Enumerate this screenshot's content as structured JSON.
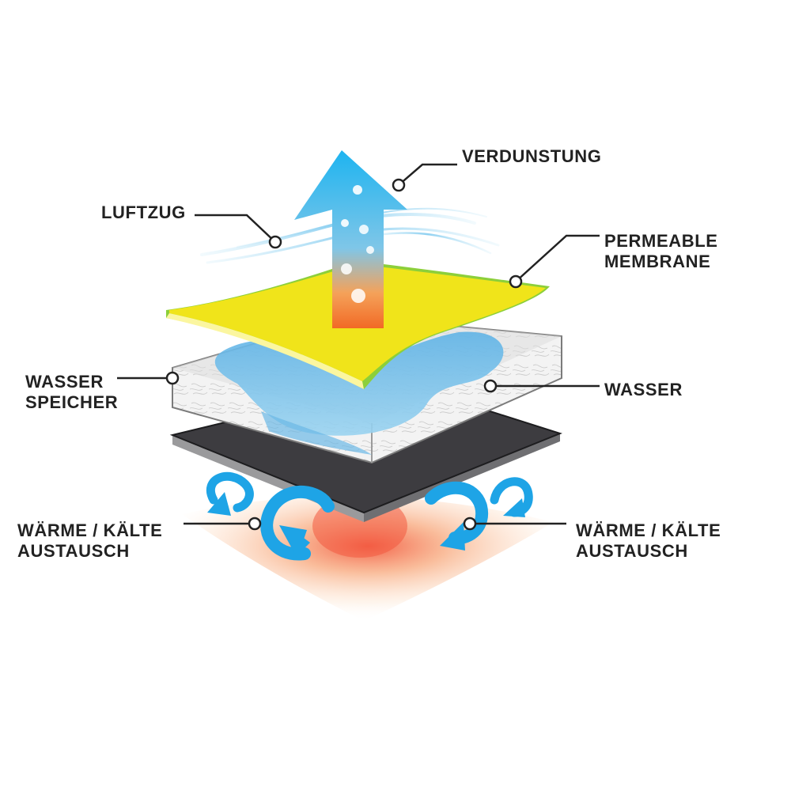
{
  "labels": {
    "verdunstung": "VERDUNSTUNG",
    "luftzug": "LUFTZUG",
    "permeable_line1": "PERMEABLE",
    "permeable_line2": "MEMBRANE",
    "wasserspeicher_line1": "WASSER",
    "wasserspeicher_line2": "SPEICHER",
    "wasser": "WASSER",
    "exchange_left_line1": "WÄRME / KÄLTE",
    "exchange_left_line2": "AUSTAUSCH",
    "exchange_right_line1": "WÄRME / KÄLTE",
    "exchange_right_line2": "AUSTAUSCH"
  },
  "colors": {
    "membrane": "#f0e41a",
    "membrane_edge": "#8ccf3a",
    "storage": "#eeeeee",
    "water": "#7ec2ea",
    "base": "#3d3c40",
    "arrow_top": "#1eb4f0",
    "arrow_bottom": "#f47b2a",
    "heat": "#f26b4b",
    "cycle_arrow": "#1ea4e6",
    "leader": "#222222"
  },
  "icons": [
    "evaporation-arrow-icon",
    "air-flow-icon",
    "circulation-arrow-icon",
    "heat-glow-icon"
  ]
}
